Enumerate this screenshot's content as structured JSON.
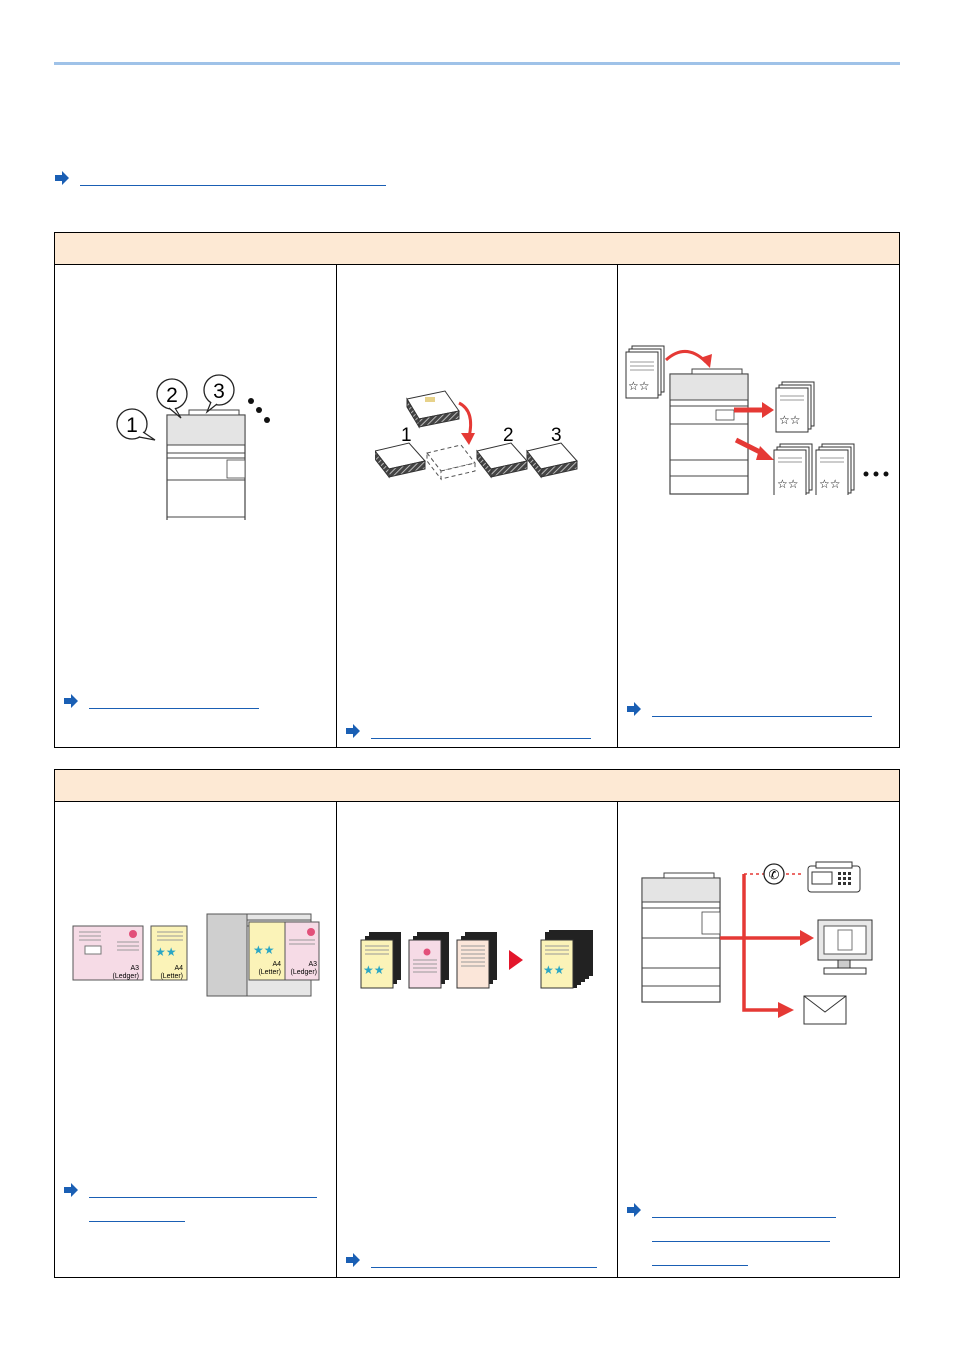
{
  "page": {
    "accent_color": "#9fc2e8",
    "link_color": "#1a5fb4",
    "header_fill": "#fde9d4",
    "arrow_icon": "right-arrow-icon"
  },
  "intro": {
    "link_label": ""
  },
  "sections": [
    {
      "title": "",
      "cells": [
        {
          "illustration": "job-reservation-illustration",
          "numbers": [
            "1",
            "2",
            "3"
          ],
          "link_label": ""
        },
        {
          "illustration": "interrupt-copy-illustration",
          "numbers": [
            "1",
            "2",
            "3"
          ],
          "link_label": ""
        },
        {
          "illustration": "job-retention-illustration",
          "link_label": ""
        }
      ]
    },
    {
      "title": "",
      "cells": [
        {
          "illustration": "mixed-size-originals-illustration",
          "paper_labels": {
            "a3": "A3",
            "ledger": "(Ledger)",
            "a4": "A4",
            "letter": "(Letter)"
          },
          "link_label": ""
        },
        {
          "illustration": "continuous-scan-illustration",
          "link_label": ""
        },
        {
          "illustration": "send-to-multiple-destinations-illustration",
          "link_label": ""
        }
      ]
    }
  ]
}
